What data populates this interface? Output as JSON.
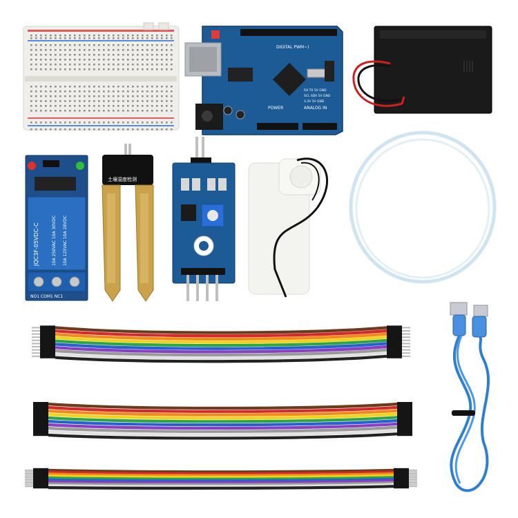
{
  "uno": {
    "board_text": "DIGITAL PWM~)",
    "power_label": "POWER",
    "analog_label": "ANALOG IN",
    "pin_labels": "RX TX 5V GND",
    "pin_labels_2": "SCL SDA 5V GND",
    "pin_labels_3": "3.3V 5V GND"
  },
  "relay": {
    "model_text": "JQC3F-05VDC-C",
    "rating_1": "10A 250VAC 10A 30VDC",
    "rating_2": "10A 125VAC 10A 28VDC",
    "bottom_text": "NO1 COM1 NC1"
  },
  "soil_probe": {
    "label": "土壤湿度检测"
  },
  "colors": {
    "board_blue": "#1c5b96",
    "relay_blue": "#2a6fc0",
    "breadboard": "#efeeea",
    "battery": "#1a1a1a",
    "pcb_gold": "#c9a24a",
    "usb_cable": "#2f7fd0",
    "tube": "#cfe4f0"
  },
  "wire_colors": [
    "#6b3b1e",
    "#d42a2a",
    "#f08a1a",
    "#f2d21a",
    "#2ca447",
    "#2a5fd0",
    "#8a3ec0",
    "#9a9a9a",
    "#f5f5f5",
    "#222222"
  ]
}
